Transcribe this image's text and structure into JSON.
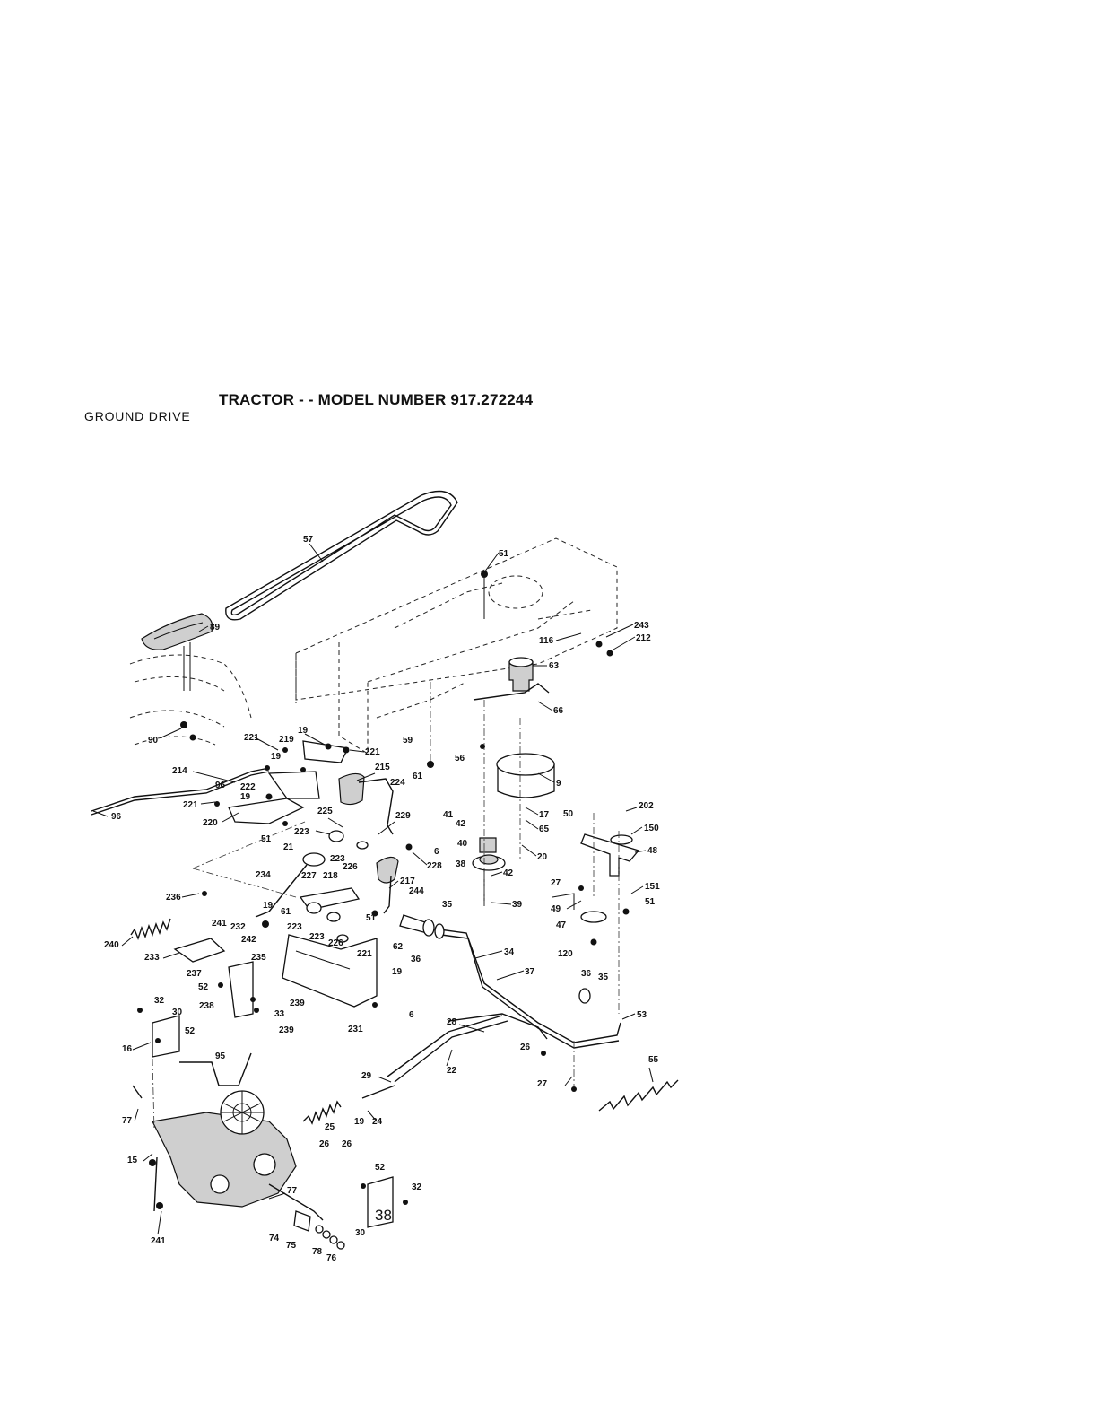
{
  "header": {
    "title": "TRACTOR - - MODEL NUMBER 917.272244",
    "section": "GROUND DRIVE"
  },
  "footer": {
    "page_number": "38"
  },
  "diagram": {
    "callouts": [
      "57",
      "51",
      "89",
      "243",
      "212",
      "116",
      "63",
      "66",
      "90",
      "221",
      "219",
      "19",
      "221",
      "59",
      "56",
      "214",
      "19",
      "96",
      "222",
      "19",
      "215",
      "224",
      "61",
      "9",
      "96",
      "221",
      "220",
      "225",
      "229",
      "51",
      "223",
      "41",
      "42",
      "17",
      "65",
      "50",
      "202",
      "150",
      "21",
      "6",
      "48",
      "228",
      "40",
      "20",
      "223",
      "226",
      "38",
      "42",
      "234",
      "227",
      "218",
      "217",
      "244",
      "27",
      "151",
      "51",
      "236",
      "19",
      "61",
      "51",
      "35",
      "39",
      "49",
      "241",
      "232",
      "223",
      "47",
      "242",
      "223",
      "226",
      "62",
      "34",
      "240",
      "233",
      "235",
      "221",
      "19",
      "36",
      "120",
      "52",
      "37",
      "36",
      "35",
      "237",
      "239",
      "238",
      "33",
      "239",
      "6",
      "231",
      "32",
      "30",
      "53",
      "52",
      "28",
      "16",
      "26",
      "95",
      "29",
      "22",
      "27",
      "55",
      "77",
      "25",
      "19",
      "24",
      "26",
      "26",
      "15",
      "52",
      "32",
      "77",
      "241",
      "74",
      "30",
      "75",
      "78",
      "76"
    ]
  }
}
